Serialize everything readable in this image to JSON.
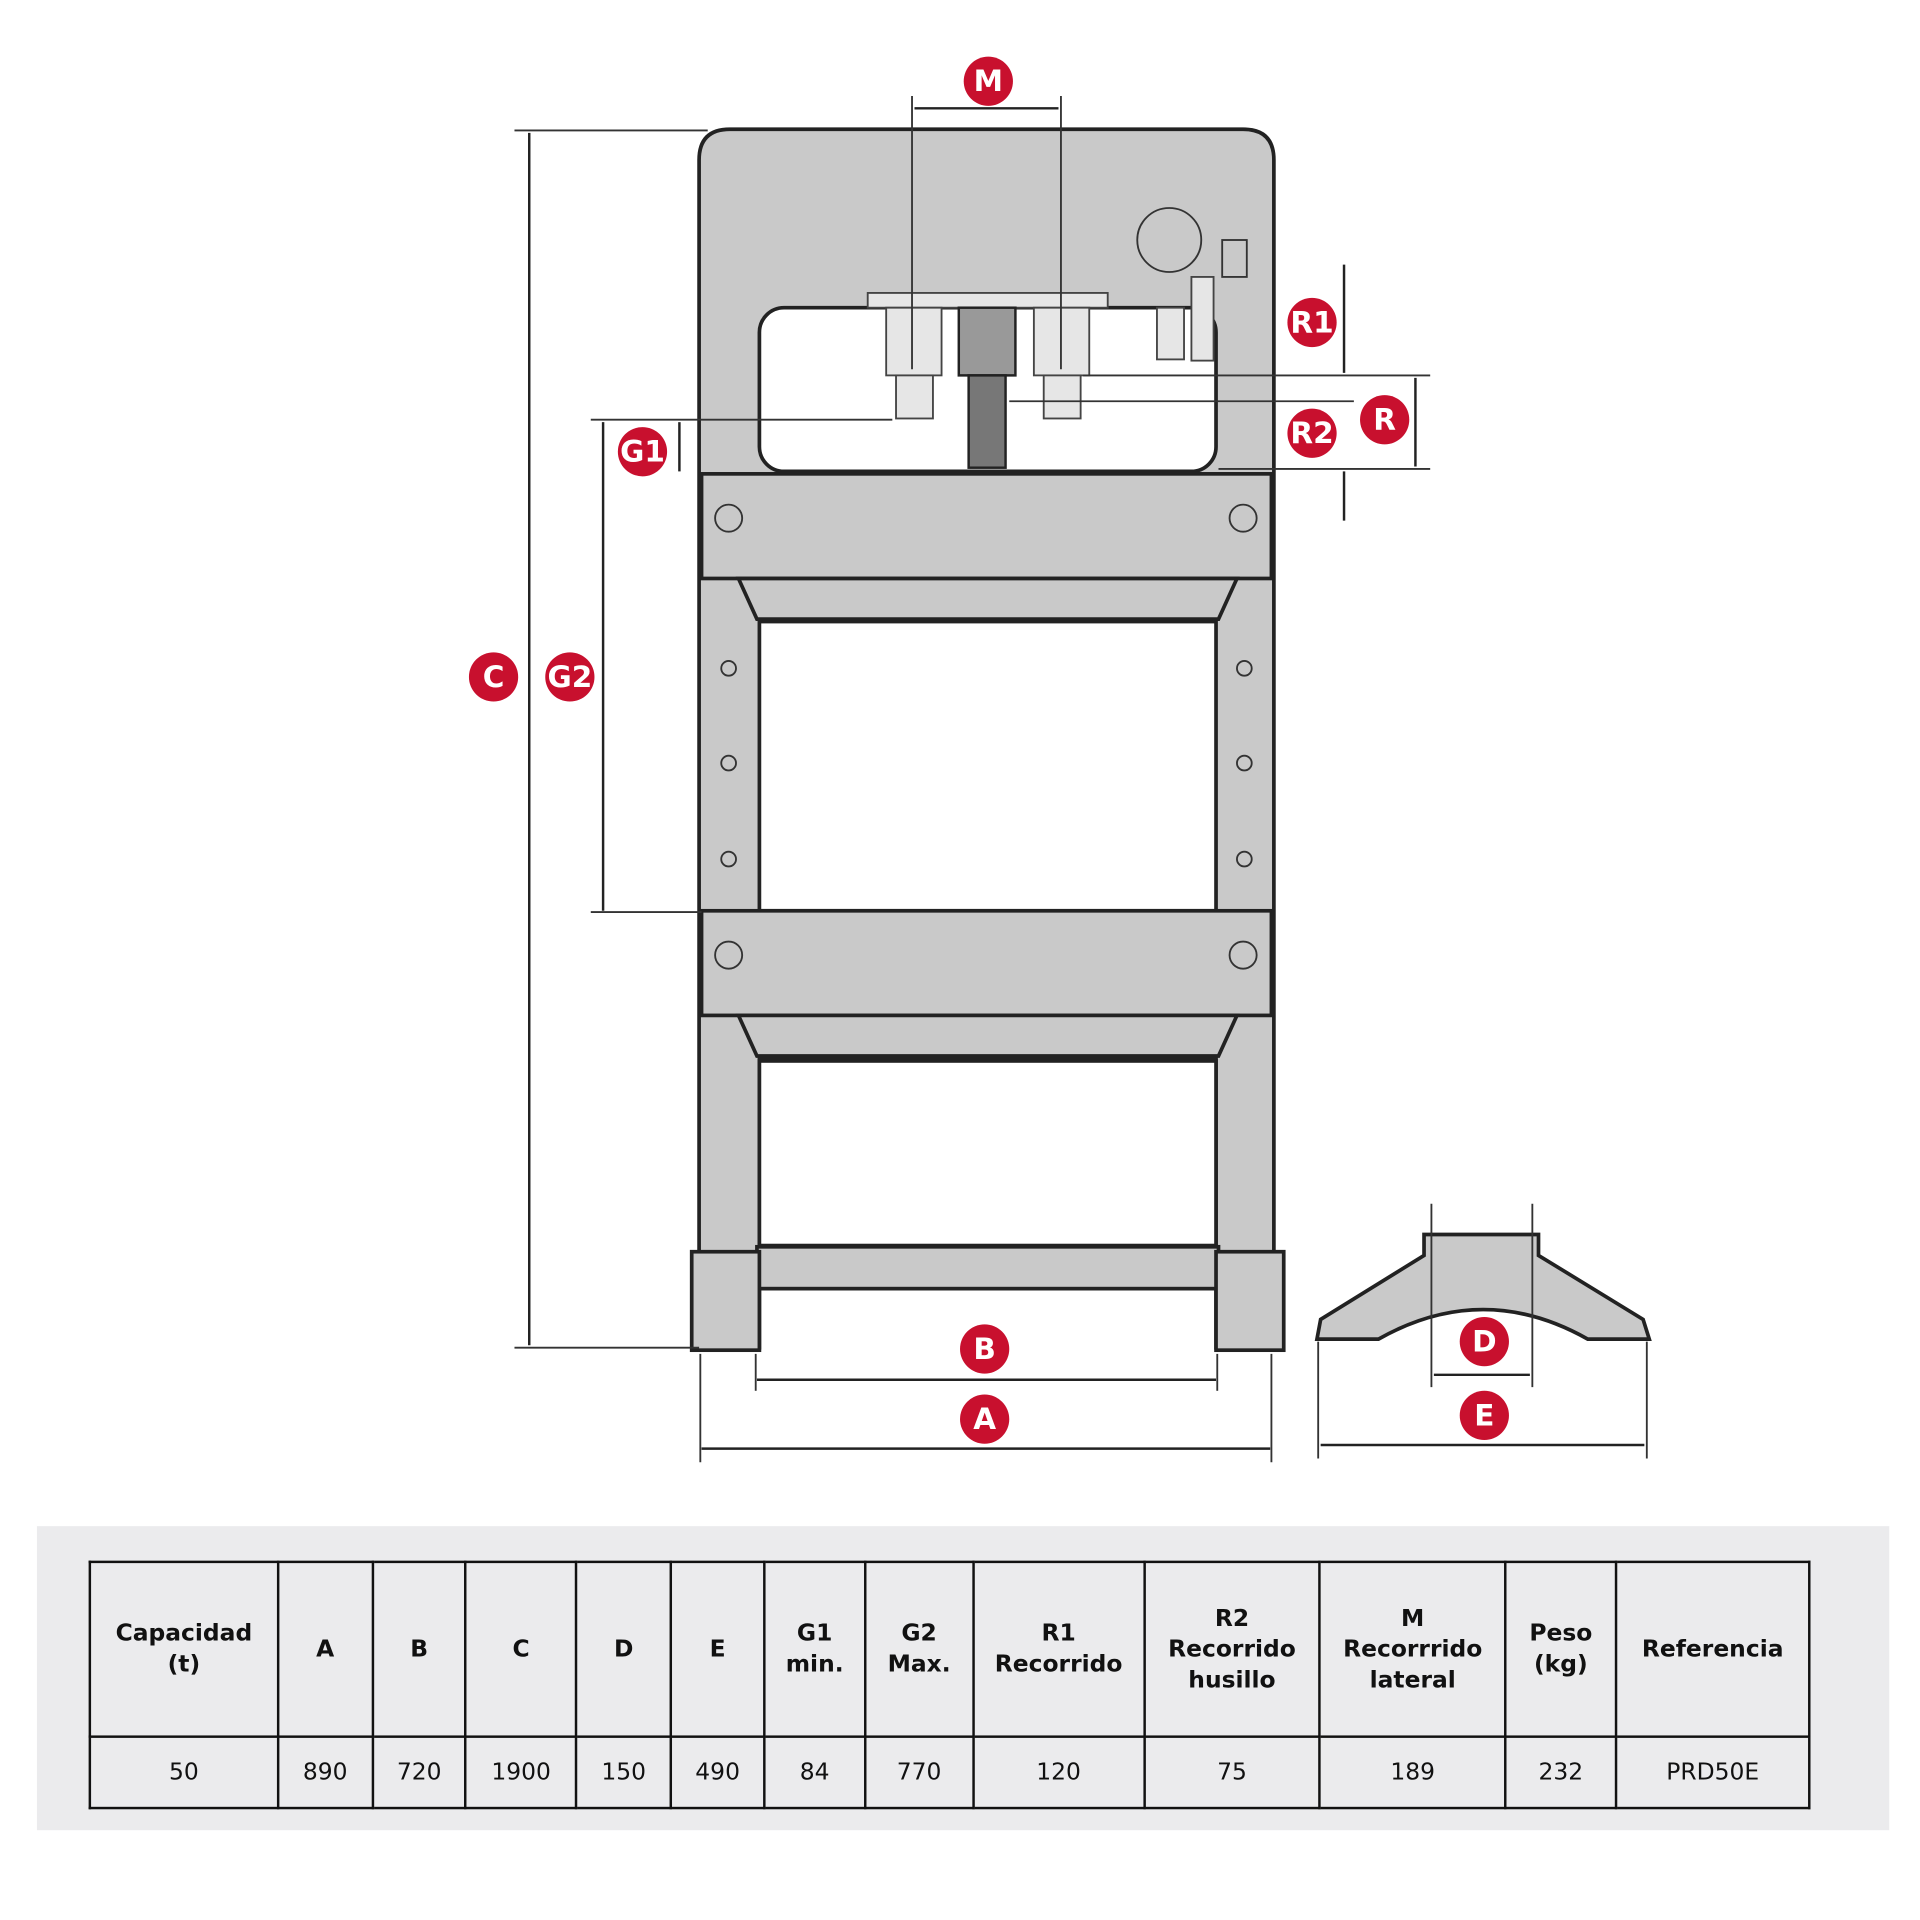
{
  "diagram": {
    "labels": {
      "M": "M",
      "R1": "R1",
      "R": "R",
      "R2": "R2",
      "G1": "G1",
      "C": "C",
      "G2": "G2",
      "B": "B",
      "A": "A",
      "D": "D",
      "E": "E"
    },
    "accent_color": "#c8102e",
    "frame_color": "#c9c9c9"
  },
  "table": {
    "headers": [
      [
        "Capacidad",
        "(t)"
      ],
      [
        "A"
      ],
      [
        "B"
      ],
      [
        "C"
      ],
      [
        "D"
      ],
      [
        "E"
      ],
      [
        "G1",
        "min."
      ],
      [
        "G2",
        "Max."
      ],
      [
        "R1",
        "Recorrido"
      ],
      [
        "R2",
        "Recorrido",
        "husillo"
      ],
      [
        "M",
        "Recorrrido",
        "lateral"
      ],
      [
        "Peso",
        "(kg)"
      ],
      [
        "Referencia"
      ]
    ],
    "row": [
      "50",
      "890",
      "720",
      "1900",
      "150",
      "490",
      "84",
      "770",
      "120",
      "75",
      "189",
      "232",
      "PRD50E"
    ]
  }
}
